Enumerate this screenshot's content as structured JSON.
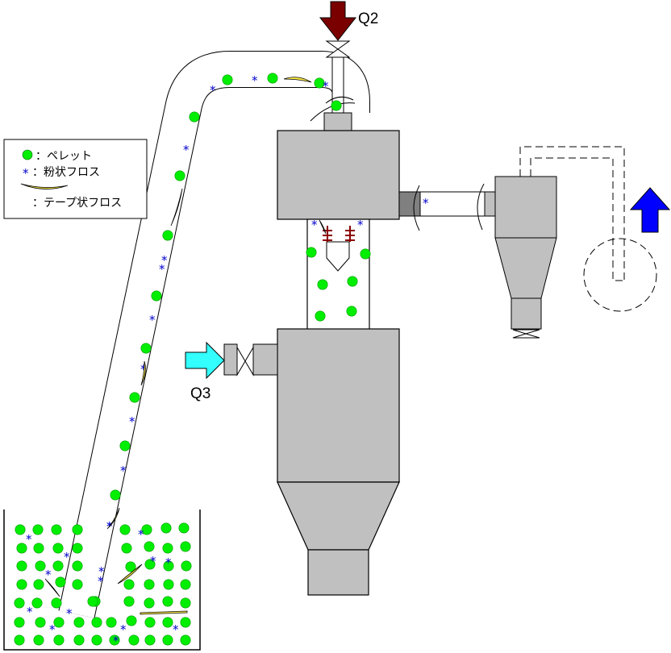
{
  "labels": {
    "q2": "Q2",
    "q3": "Q3"
  },
  "legend": {
    "pellet": "：ペレット",
    "powder_floss": "：粉状フロス",
    "tape_floss": "：テープ状フロス"
  },
  "colors": {
    "pellet": "#00ee00",
    "powder_floss": "#0000cc",
    "tape_floss": "#ffee44",
    "vessel": "#c0c0c0",
    "q2_arrow": "#7a0000",
    "q3_arrow": "#33ffff",
    "exhaust_arrow": "#0000ff"
  },
  "icons": {
    "pellet": "green-circle",
    "powder_floss": "blue-asterisk",
    "tape_floss": "yellow-crescent",
    "valve": "bowtie-valve"
  }
}
